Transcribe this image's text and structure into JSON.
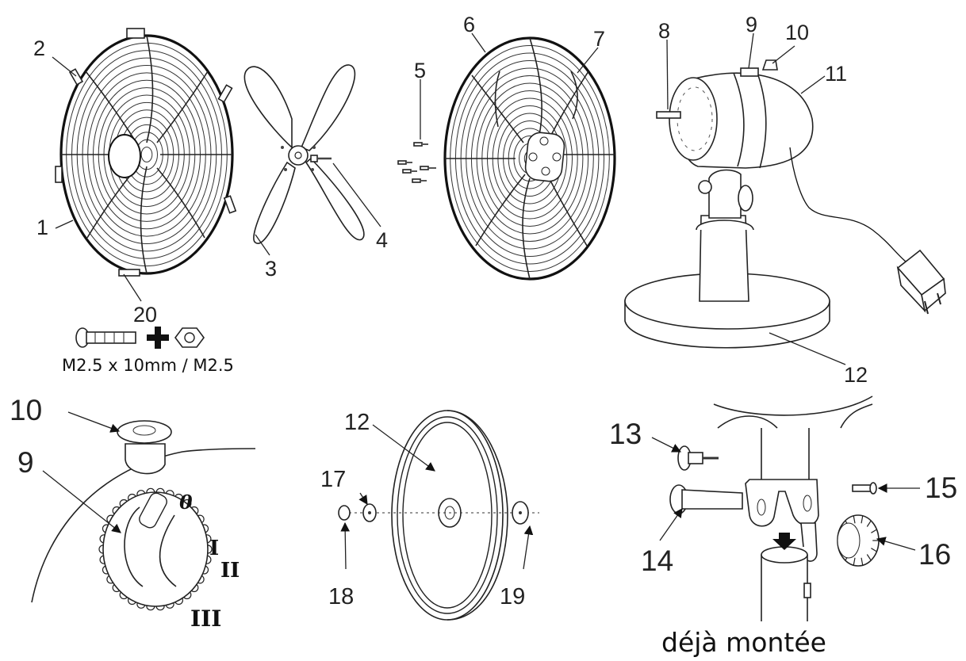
{
  "labels": {
    "n1": "1",
    "n2": "2",
    "n3": "3",
    "n4": "4",
    "n5": "5",
    "n6": "6",
    "n7": "7",
    "n8": "8",
    "n9": "9",
    "n10": "10",
    "n11": "11",
    "n12": "12",
    "n20": "20",
    "d10": "10",
    "d9": "9",
    "d12": "12",
    "d17": "17",
    "d18": "18",
    "d19": "19",
    "d13": "13",
    "d14": "14",
    "d15": "15",
    "d16": "16"
  },
  "screw_caption": "M2.5 x 10mm / M2.5",
  "switch_positions": [
    "0",
    "I",
    "II",
    "III"
  ],
  "note": "déjà montée"
}
